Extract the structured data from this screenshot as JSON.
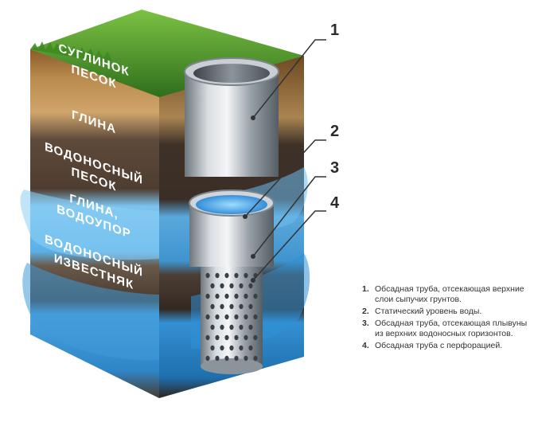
{
  "layers": [
    "СУГЛИНОК",
    "ПЕСОК",
    "ГЛИНА",
    "ВОДОНОСНЫЙ",
    "ПЕСОК",
    "ГЛИНА,",
    "ВОДОУПОР",
    "ВОДОНОСНЫЙ",
    "ИЗВЕСТНЯК"
  ],
  "callouts": [
    "1",
    "2",
    "3",
    "4"
  ],
  "legend": [
    {
      "num": "1.",
      "text": "Обсадная труба, отсекающая верхние слои сыпучих грунтов."
    },
    {
      "num": "2.",
      "text": "Статический уровень воды."
    },
    {
      "num": "3.",
      "text": "Обсадная труба, отсекающая плывуны из верхних водоносных горизонтов."
    },
    {
      "num": "4.",
      "text": "Обсадная труба с перфорацией."
    }
  ],
  "colors": {
    "grass": "#4e9a2a",
    "loam": "#a6743a",
    "sand": "#c9a066",
    "clay": "#5a4436",
    "aquifer": "#5aaee0",
    "limestone_water": "#3f9ad8",
    "pipe": "#b8bec4"
  }
}
